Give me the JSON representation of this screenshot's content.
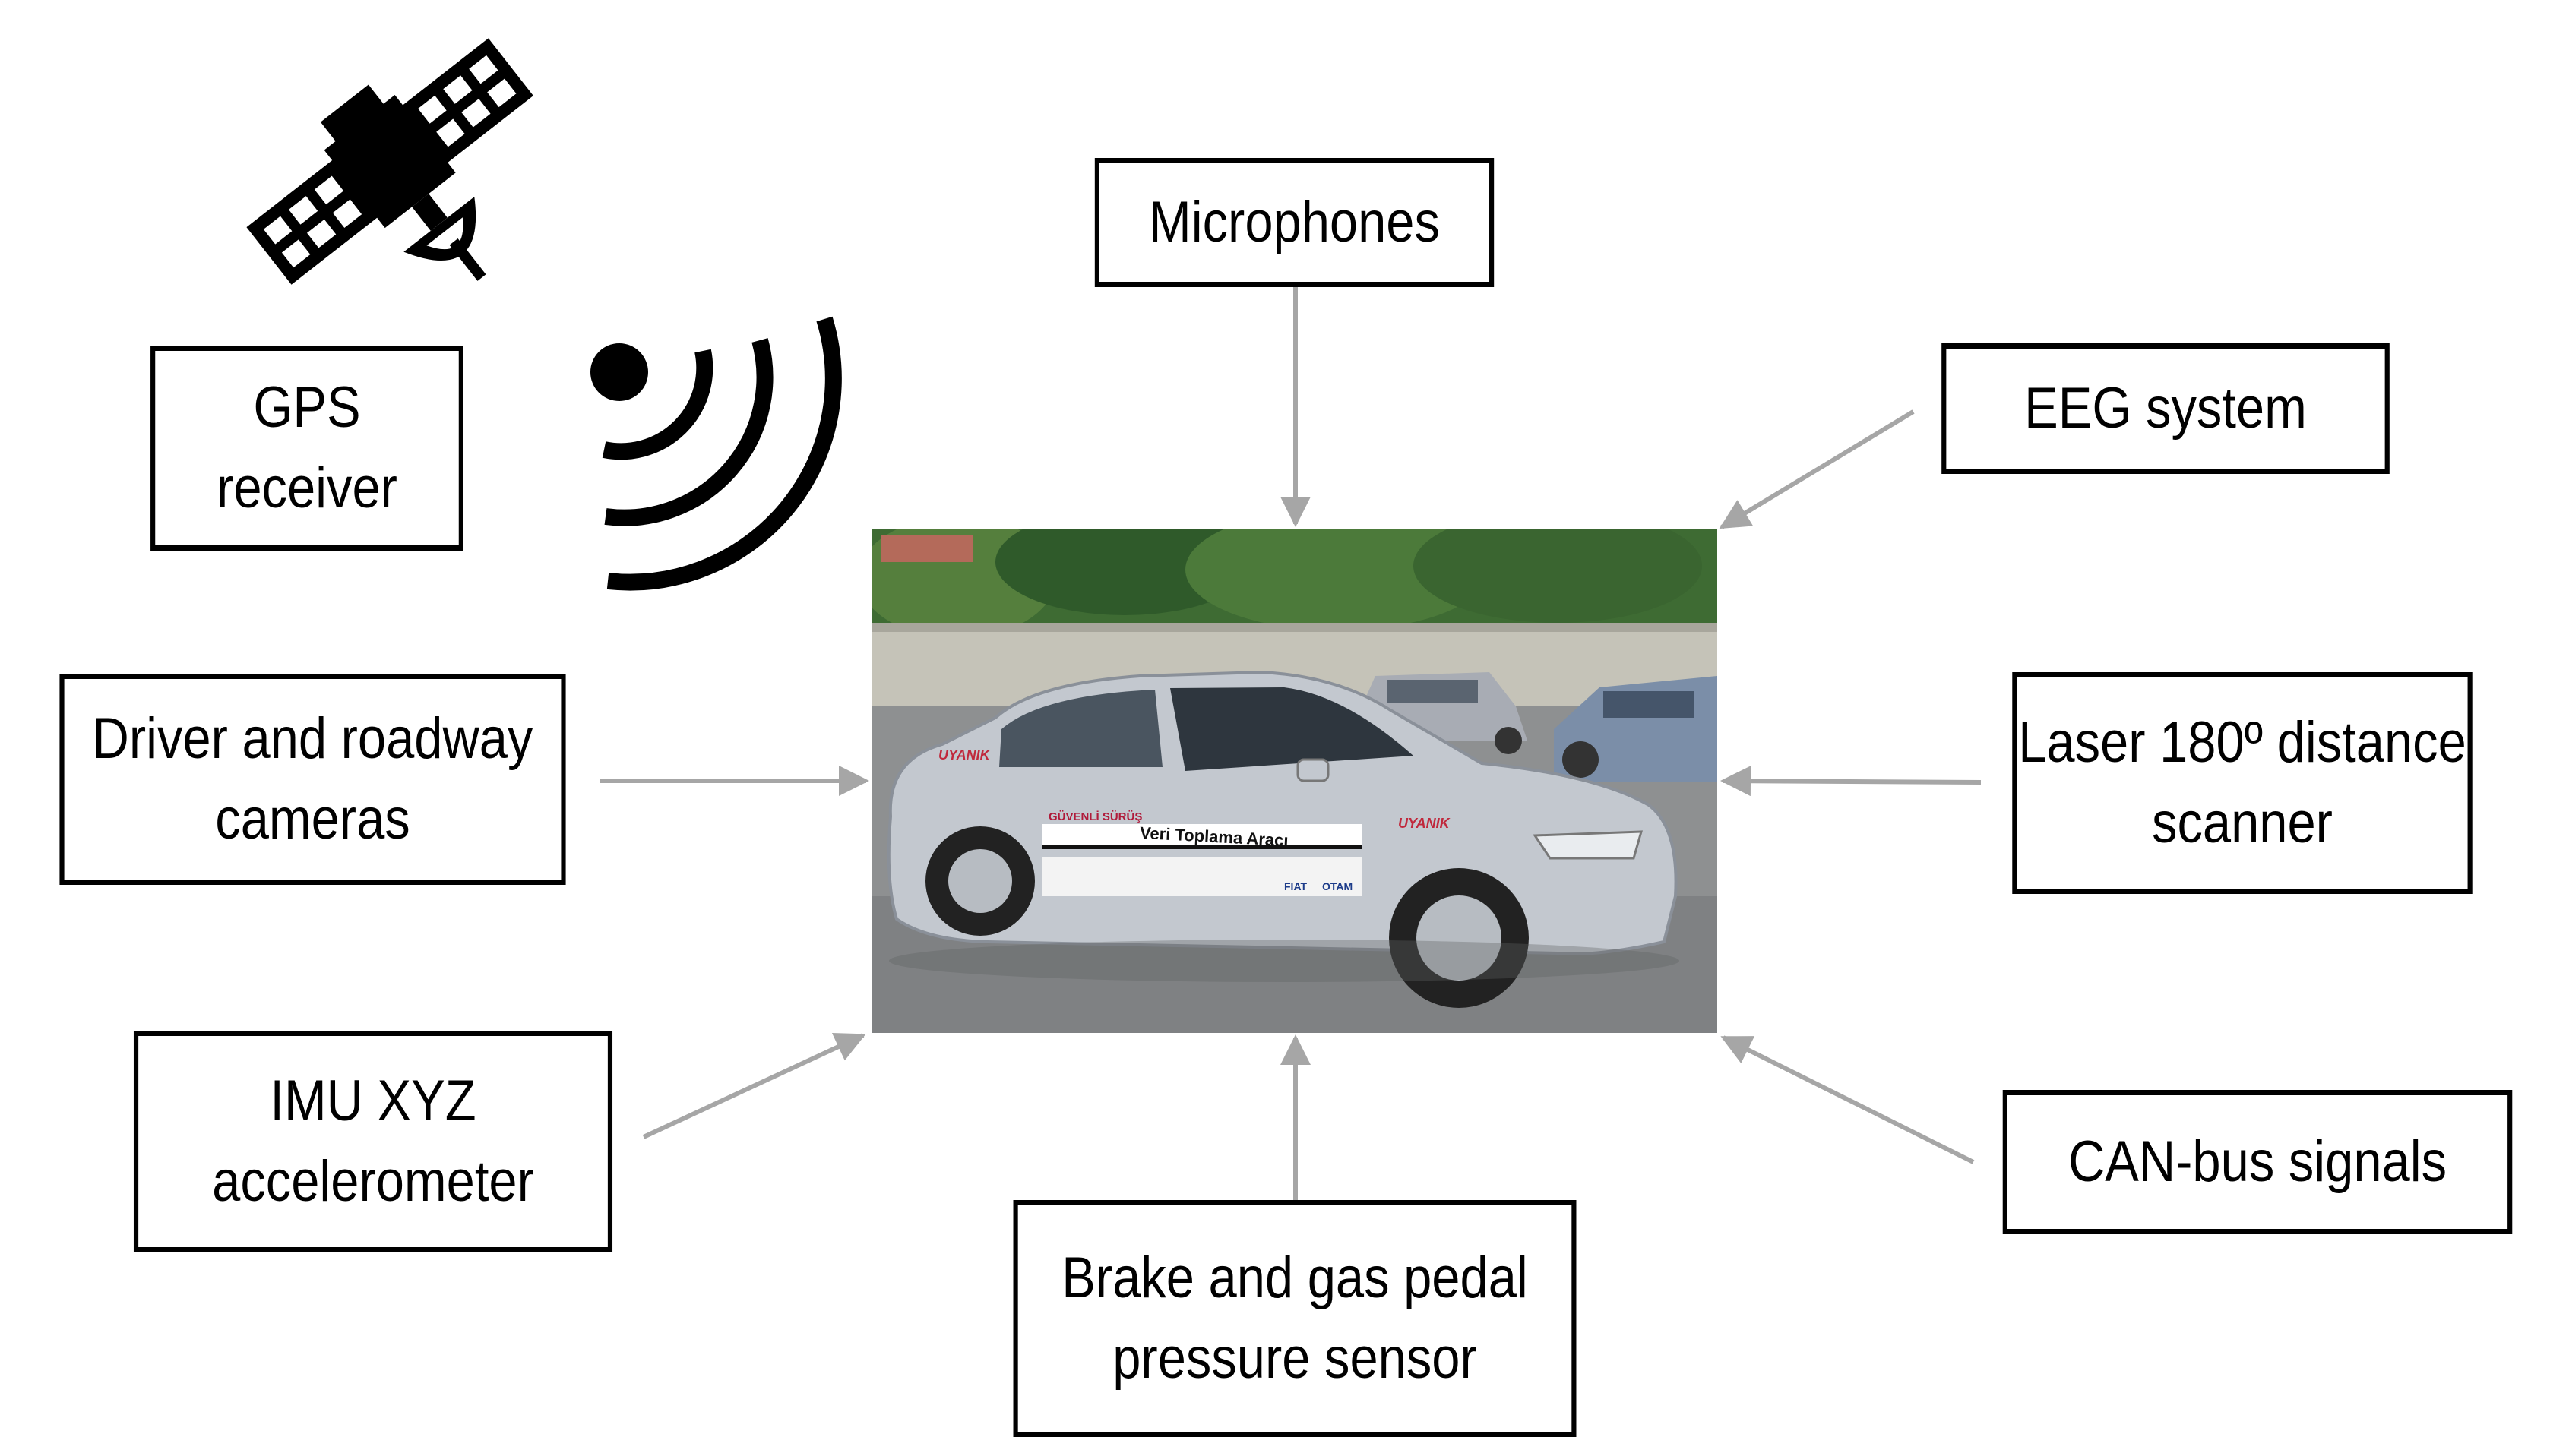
{
  "boxes": {
    "gps": [
      "GPS",
      "receiver"
    ],
    "microphones": [
      "Microphones"
    ],
    "eeg": [
      "EEG system"
    ],
    "cameras": [
      "Driver and roadway",
      "cameras"
    ],
    "laser": [
      "Laser 180º distance",
      "scanner"
    ],
    "imu": [
      "IMU XYZ",
      "accelerometer"
    ],
    "canbus": [
      "CAN-bus signals"
    ],
    "pedal": [
      "Brake and gas pedal",
      "pressure sensor"
    ]
  },
  "car_decal": {
    "main": "Veri Toplama Aracı",
    "brand_left": "GÜVENLİ SÜRÜŞ",
    "brand_right": "UYANIK",
    "sponsor_1": "OTAM",
    "sponsor_2": "FIAT"
  },
  "icons": {
    "satellite": "satellite-icon",
    "signal": "wireless-signal-icon",
    "photo": "instrumented-car-photo"
  },
  "colors": {
    "arrow": "#a6a6a6",
    "border": "#000000",
    "car_body": "#c3c8cf"
  }
}
